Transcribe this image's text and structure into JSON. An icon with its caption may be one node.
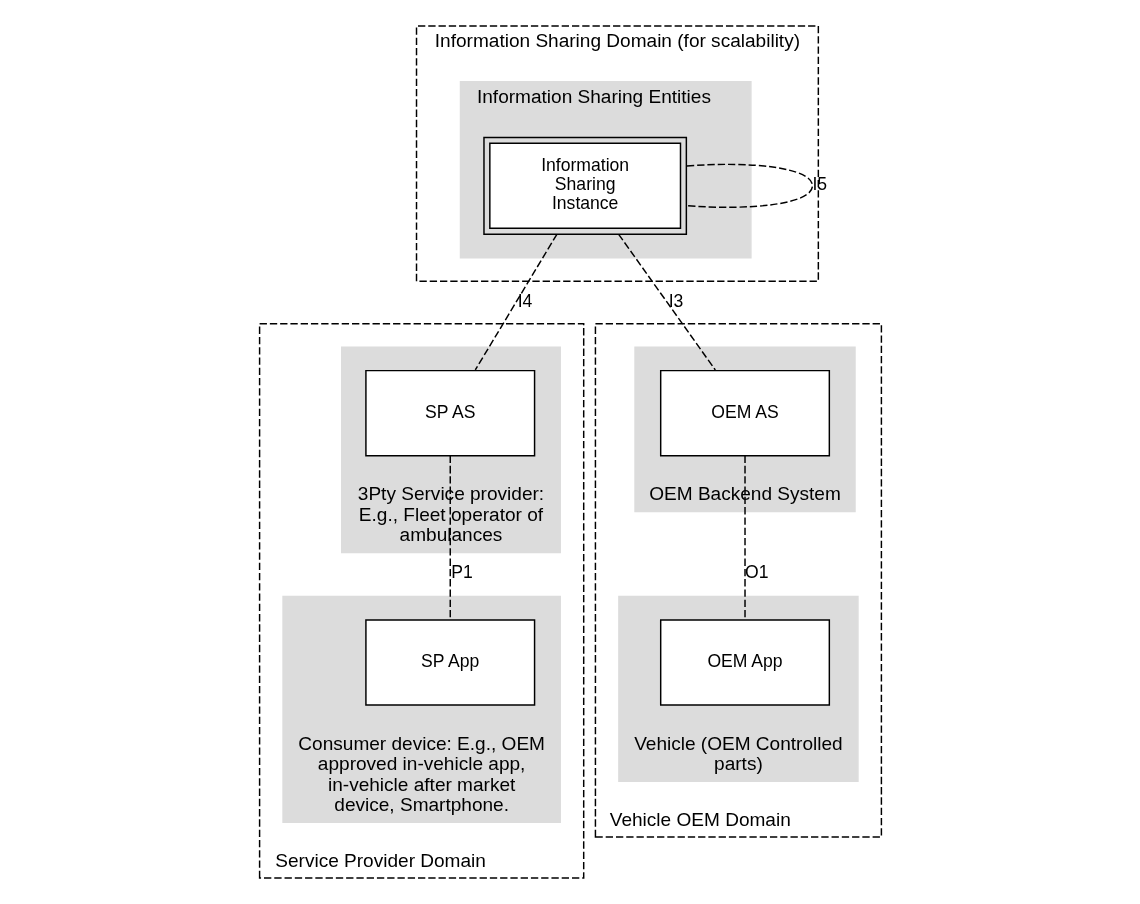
{
  "diagram": {
    "nodes": [
      {
        "text": [
          "Information Sharing Domain (for scalability)"
        ]
      },
      {
        "text": [
          "Information Sharing Entities"
        ],
        "in": 0
      },
      {
        "text": [
          "Information Sharing Instance"
        ],
        "in": 1
      },
      {
        "text": [
          "Service Provider Domain"
        ]
      },
      {
        "text": [
          "3Pty Service provider: E.g., Fleet operator of ambulances"
        ],
        "in": 3
      },
      {
        "text": [
          "SP AS"
        ],
        "in": 4
      },
      {
        "text": [
          "Consumer device: E.g., OEM approved in-vehicle app, in-vehicle after market device, Smartphone."
        ],
        "in": 3
      },
      {
        "text": [
          "SP App"
        ],
        "in": 6
      },
      {
        "text": [
          "Vehicle OEM Domain"
        ]
      },
      {
        "text": [
          "OEM Backend System"
        ],
        "in": 8
      },
      {
        "text": [
          "OEM AS"
        ],
        "in": 9
      },
      {
        "text": [
          "Vehicle (OEM Controlled parts)"
        ],
        "in": 8
      },
      {
        "text": [
          "OEM App"
        ],
        "in": 11
      }
    ],
    "edges": [
      {
        "from": 2,
        "to": 5,
        "arrow": "none",
        "style": "dashed",
        "label": "I4"
      },
      {
        "from": 2,
        "to": 10,
        "arrow": "none",
        "style": "dashed",
        "label": "I3"
      },
      {
        "from": 2,
        "to": 2,
        "arrow": "none",
        "style": "dashed",
        "label": "I5"
      },
      {
        "from": 5,
        "to": 7,
        "arrow": "none",
        "style": "dashed",
        "label": "P1"
      },
      {
        "from": 10,
        "to": 12,
        "arrow": "none",
        "style": "dashed",
        "label": "O1"
      }
    ]
  }
}
